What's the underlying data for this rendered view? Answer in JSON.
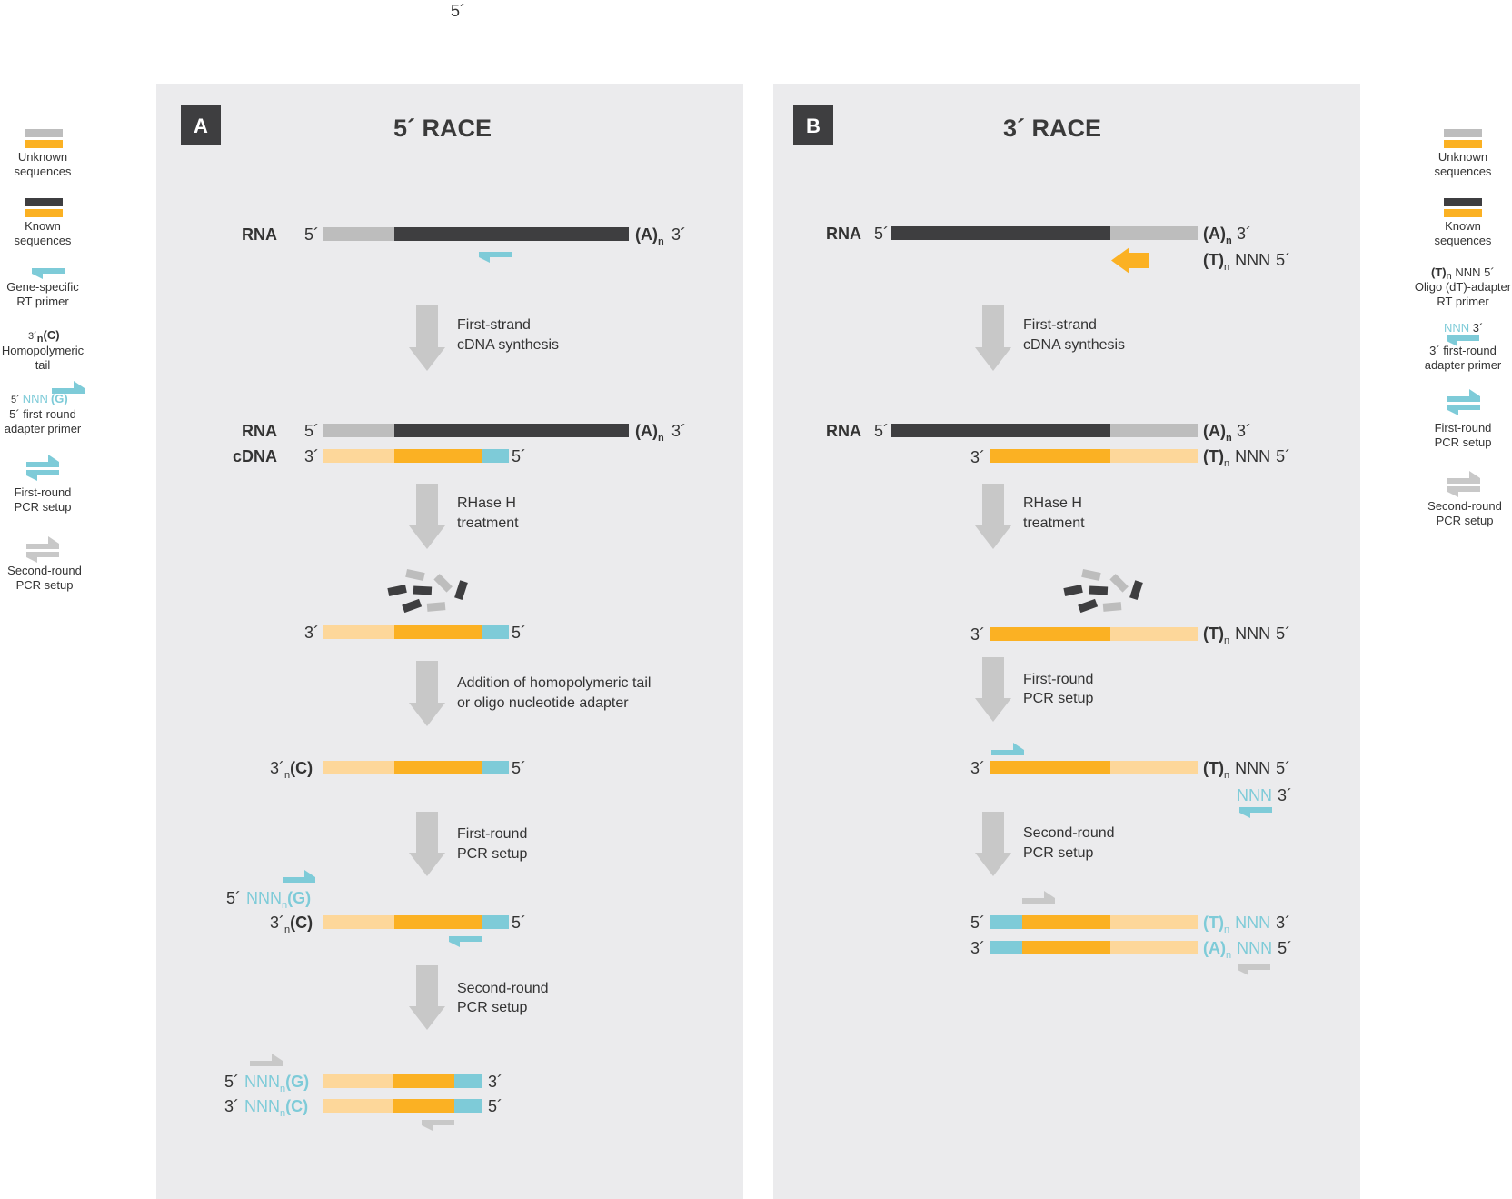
{
  "colors": {
    "unknown_gray": "#bdbdbd",
    "known_dark": "#3e3e40",
    "orange": "#fbb123",
    "light_orange": "#fdd79a",
    "cyan": "#7ecbd8",
    "arrow_gray": "#c8c8c8",
    "panel_bg": "#ebebed",
    "text_dark": "#333333"
  },
  "top_stray_label": "5´",
  "legend_left": {
    "unknown": [
      "Unknown",
      "sequences"
    ],
    "known": [
      "Known",
      "sequences"
    ],
    "gs_primer": [
      "Gene-specific",
      "RT primer"
    ],
    "homotail_mark": {
      "prime": "3´",
      "sub": "n",
      "base": "(C)"
    },
    "homotail": [
      "Homopolymeric",
      "tail"
    ],
    "adapter_mark": {
      "prime": "5´",
      "nnn": "NNN",
      "base": "(G)"
    },
    "adapter": [
      "5´ first-round",
      "adapter primer"
    ],
    "first_round": [
      "First-round",
      "PCR setup"
    ],
    "second_round": [
      "Second-round",
      "PCR setup"
    ]
  },
  "legend_right": {
    "unknown": [
      "Unknown",
      "sequences"
    ],
    "known": [
      "Known",
      "sequences"
    ],
    "oligo_mark": {
      "base": "(T)",
      "sub": "n",
      "tail": " NNN 5´"
    },
    "oligo": [
      "Oligo (dT)-adapter",
      "RT primer"
    ],
    "adapter3_mark": {
      "nnn": "NNN",
      "prime": " 3´"
    },
    "adapter3": [
      "3´ first-round",
      "adapter primer"
    ],
    "first_round": [
      "First-round",
      "PCR setup"
    ],
    "second_round": [
      "Second-round",
      "PCR setup"
    ]
  },
  "panel_a": {
    "badge": "A",
    "title": "5´ RACE",
    "rna_label": "RNA",
    "cdna_label": "cDNA",
    "p5": "5´",
    "p3": "3´",
    "polyA": "(A)",
    "sub_n": "n",
    "polyC": "(C)",
    "polyG": "(G)",
    "nnn": "NNN",
    "steps": [
      [
        "First-strand",
        "cDNA synthesis"
      ],
      [
        "RHase H",
        "treatment"
      ],
      [
        "Addition of homopolymeric tail",
        "or oligo nucleotide adapter"
      ],
      [
        "First-round",
        "PCR setup"
      ],
      [
        "Second-round",
        "PCR setup"
      ]
    ]
  },
  "panel_b": {
    "badge": "B",
    "title": "3´ RACE",
    "rna_label": "RNA",
    "p5": "5´",
    "p3": "3´",
    "polyA": "(A)",
    "polyT": "(T)",
    "sub_n": "n",
    "nnn": "NNN",
    "nnn_plain": "NNN",
    "steps": [
      [
        "First-strand",
        "cDNA synthesis"
      ],
      [
        "RHase H",
        "treatment"
      ],
      [
        "First-round",
        "PCR setup"
      ],
      [
        "Second-round",
        "PCR setup"
      ]
    ]
  }
}
